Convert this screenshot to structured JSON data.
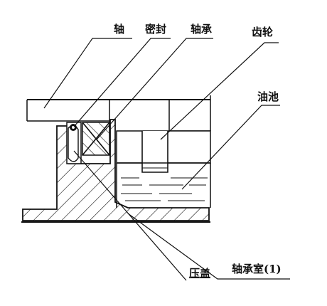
{
  "diagram": {
    "labels": {
      "shaft": "轴",
      "seal": "密封",
      "bearing": "轴承",
      "gear": "齿轮",
      "oil_pool": "油池",
      "press_cover": "压盖",
      "bearing_chamber": "轴承室(1)"
    },
    "colors": {
      "line": "#111111",
      "background": "#ffffff"
    }
  }
}
